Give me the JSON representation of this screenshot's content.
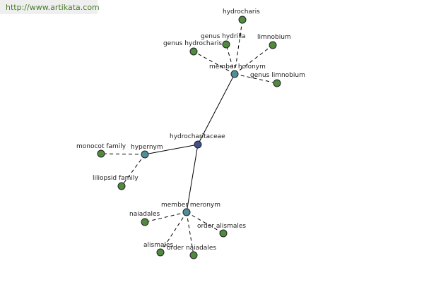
{
  "header": {
    "url": "http://www.artikata.com"
  },
  "colors": {
    "center": "#3f4f8f",
    "relation": "#4f8f9a",
    "leaf": "#4f8a3f",
    "stroke": "#222222"
  },
  "graph": {
    "center": {
      "id": "hydrocharitaceae",
      "label": "hydrocharitaceae"
    },
    "relations": [
      {
        "id": "member-holonym",
        "label": "member holonym"
      },
      {
        "id": "hypernym",
        "label": "hypernym"
      },
      {
        "id": "member-meronym",
        "label": "member meronym"
      }
    ],
    "leaves": [
      {
        "id": "hydrocharis",
        "label": "hydrocharis",
        "relation": "member-holonym"
      },
      {
        "id": "genus-hydrilla",
        "label": "genus hydrilla",
        "relation": "member-holonym"
      },
      {
        "id": "limnobium",
        "label": "limnobium",
        "relation": "member-holonym"
      },
      {
        "id": "genus-hydrocharis",
        "label": "genus hydrocharis",
        "relation": "member-holonym"
      },
      {
        "id": "genus-limnobium",
        "label": "genus limnobium",
        "relation": "member-holonym"
      },
      {
        "id": "monocot-family",
        "label": "monocot family",
        "relation": "hypernym"
      },
      {
        "id": "liliopsid-family",
        "label": "liliopsid family",
        "relation": "hypernym"
      },
      {
        "id": "naiadales",
        "label": "naiadales",
        "relation": "member-meronym"
      },
      {
        "id": "order-alismales",
        "label": "order alismales",
        "relation": "member-meronym"
      },
      {
        "id": "alismales",
        "label": "alismales",
        "relation": "member-meronym"
      },
      {
        "id": "order-naiadales",
        "label": "order naiadales",
        "relation": "member-meronym"
      }
    ]
  }
}
